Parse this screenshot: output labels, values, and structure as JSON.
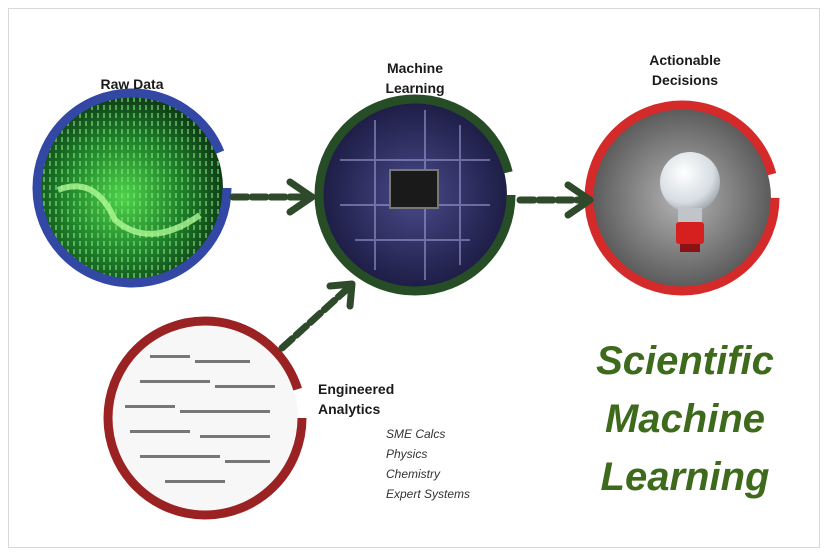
{
  "nodes": {
    "raw_data": {
      "label": "Raw Data",
      "color": "#3347a4"
    },
    "machine_learning": {
      "label_line1": "Machine",
      "label_line2": "Learning",
      "color": "#264d26"
    },
    "actionable_decisions": {
      "label_line1": "Actionable",
      "label_line2": "Decisions",
      "color": "#d42a2a"
    },
    "engineered_analytics": {
      "label_line1": "Engineered",
      "label_line2": "Analytics",
      "color": "#9a2222",
      "items": [
        "SME Calcs",
        "Physics",
        "Chemistry",
        "Expert Systems"
      ]
    }
  },
  "title": {
    "line1": "Scientific",
    "line2": "Machine",
    "line3": "Learning",
    "color": "#3e6a1c"
  },
  "arrow_color": "#2e4a2a"
}
